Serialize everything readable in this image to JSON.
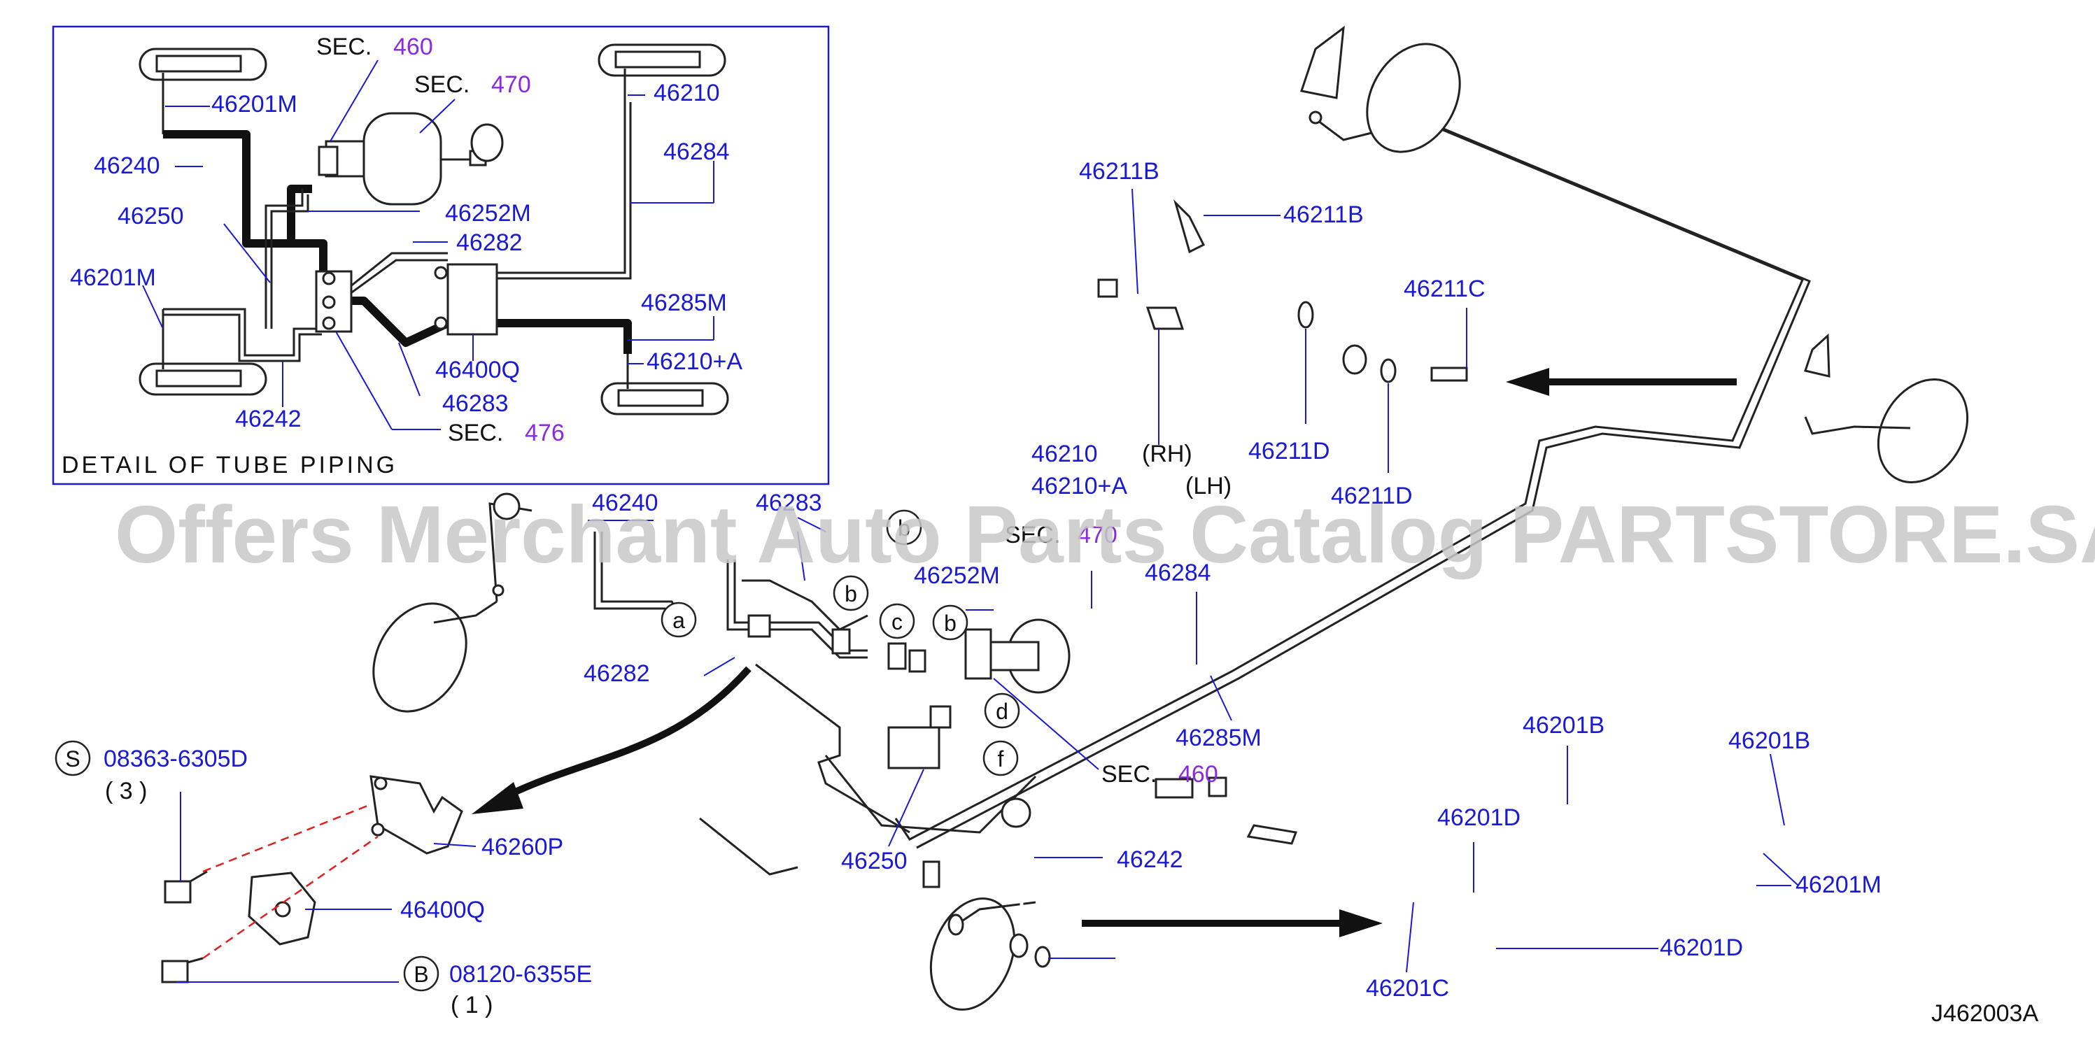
{
  "diagram_id": "J462003A",
  "watermark": "Offers Merchant Auto Parts Catalog PARTSTORE.SA",
  "detail_box": {
    "title": "DETAIL OF TUBE PIPING",
    "sec_prefix": "SEC.",
    "sec_460": "460",
    "sec_470": "470",
    "sec_476": "476",
    "labels": {
      "p46201M_top": "46201M",
      "p46240": "46240",
      "p46250": "46250",
      "p46201M_left": "46201M",
      "p46242": "46242",
      "p46252M": "46252M",
      "p46282": "46282",
      "p46283": "46283",
      "p46400Q": "46400Q",
      "p46210": "46210",
      "p46284": "46284",
      "p46285M": "46285M",
      "p46210A": "46210+A"
    }
  },
  "main": {
    "labels": {
      "p46211B_a": "46211B",
      "p46211B_b": "46211B",
      "p46211C": "46211C",
      "p46210": "46210",
      "p46210A": "46210+A",
      "rh": "(RH)",
      "lh": "(LH)",
      "p46211D_a": "46211D",
      "p46211D_b": "46211D",
      "p46240": "46240",
      "p46283": "46283",
      "p46252M": "46252M",
      "p46284": "46284",
      "p46282": "46282",
      "p46285M": "46285M",
      "p46250": "46250",
      "p46242": "46242",
      "p46260P": "46260P",
      "p46400Q": "46400Q",
      "p46201B_a": "46201B",
      "p46201B_b": "46201B",
      "p46201D_a": "46201D",
      "p46201D_b": "46201D",
      "p46201M": "46201M",
      "p46201C": "46201C",
      "bolt_s": "08363-6305D",
      "bolt_s_qty": "( 3 )",
      "bolt_b": "08120-6355E",
      "bolt_b_qty": "( 1 )",
      "sec_prefix": "SEC.",
      "sec_470": "470",
      "sec_460": "460"
    },
    "bubbles": {
      "a": "a",
      "b": "b",
      "c": "c",
      "d": "d",
      "f": "f",
      "S": "S",
      "B": "B"
    }
  },
  "colors": {
    "label": "#1a1ad6",
    "section": "#8a2be2",
    "line": "#222222",
    "watermark": "#c8c8c8"
  }
}
